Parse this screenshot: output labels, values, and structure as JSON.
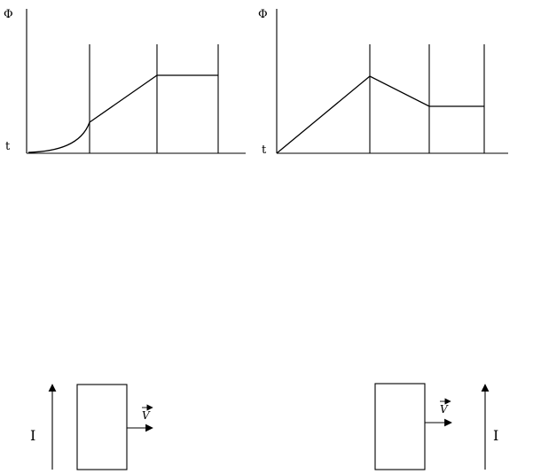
{
  "graph_left": {
    "y_label": "Φ",
    "x_label": "t"
  },
  "graph_right": {
    "y_label": "Φ",
    "x_label": "t"
  },
  "setup_left": {
    "current_label": "I",
    "velocity_label": "V"
  },
  "setup_right": {
    "current_label": "I",
    "velocity_label": "V"
  }
}
